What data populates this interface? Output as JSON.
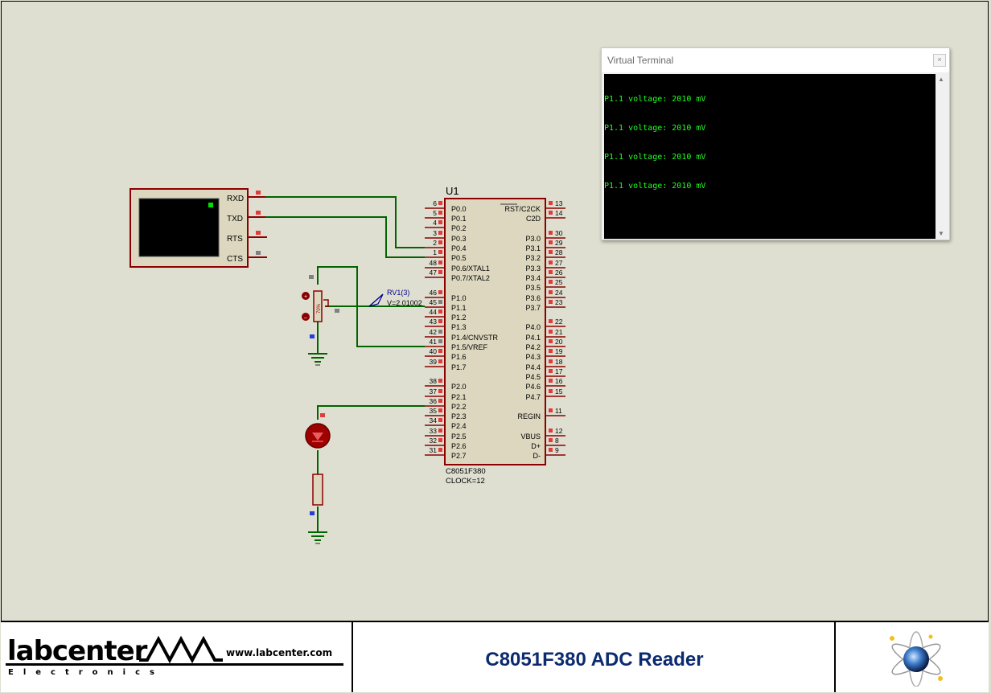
{
  "terminal": {
    "title": "Virtual Terminal",
    "close_glyph": "×",
    "lines": [
      "P1.1 voltage: 2010 mV",
      "P1.1 voltage: 2010 mV",
      "P1.1 voltage: 2010 mV",
      "P1.1 voltage: 2010 mV"
    ],
    "text_color": "#22ff22"
  },
  "schematic": {
    "chip_ref": "U1",
    "chip_part": "C8051F380",
    "chip_clock": "CLOCK=12",
    "pot_ref": "RV1(3)",
    "pot_value": "V=2.01002",
    "pot_percent": "70%",
    "terminal_pins": [
      "RXD",
      "TXD",
      "RTS",
      "CTS"
    ],
    "left_pins": [
      {
        "num": "6",
        "name": "P0.0"
      },
      {
        "num": "5",
        "name": "P0.1"
      },
      {
        "num": "4",
        "name": "P0.2"
      },
      {
        "num": "3",
        "name": "P0.3"
      },
      {
        "num": "2",
        "name": "P0.4"
      },
      {
        "num": "1",
        "name": "P0.5"
      },
      {
        "num": "48",
        "name": "P0.6/XTAL1"
      },
      {
        "num": "47",
        "name": "P0.7/XTAL2"
      },
      {
        "num": "46",
        "name": "P1.0"
      },
      {
        "num": "45",
        "name": "P1.1"
      },
      {
        "num": "44",
        "name": "P1.2"
      },
      {
        "num": "43",
        "name": "P1.3"
      },
      {
        "num": "42",
        "name": "P1.4/CNVSTR"
      },
      {
        "num": "41",
        "name": "P1.5/VREF"
      },
      {
        "num": "40",
        "name": "P1.6"
      },
      {
        "num": "39",
        "name": "P1.7"
      },
      {
        "num": "38",
        "name": "P2.0"
      },
      {
        "num": "37",
        "name": "P2.1"
      },
      {
        "num": "36",
        "name": "P2.2"
      },
      {
        "num": "35",
        "name": "P2.3"
      },
      {
        "num": "34",
        "name": "P2.4"
      },
      {
        "num": "33",
        "name": "P2.5"
      },
      {
        "num": "32",
        "name": "P2.6"
      },
      {
        "num": "31",
        "name": "P2.7"
      }
    ],
    "right_pins": [
      {
        "num": "13",
        "name": "RST/C2CK"
      },
      {
        "num": "14",
        "name": "C2D"
      },
      {
        "num": "30",
        "name": "P3.0"
      },
      {
        "num": "29",
        "name": "P3.1"
      },
      {
        "num": "28",
        "name": "P3.2"
      },
      {
        "num": "27",
        "name": "P3.3"
      },
      {
        "num": "26",
        "name": "P3.4"
      },
      {
        "num": "25",
        "name": "P3.5"
      },
      {
        "num": "24",
        "name": "P3.6"
      },
      {
        "num": "23",
        "name": "P3.7"
      },
      {
        "num": "22",
        "name": "P4.0"
      },
      {
        "num": "21",
        "name": "P4.1"
      },
      {
        "num": "20",
        "name": "P4.2"
      },
      {
        "num": "19",
        "name": "P4.3"
      },
      {
        "num": "18",
        "name": "P4.4"
      },
      {
        "num": "17",
        "name": "P4.5"
      },
      {
        "num": "16",
        "name": "P4.6"
      },
      {
        "num": "15",
        "name": "P4.7"
      },
      {
        "num": "11",
        "name": "REGIN"
      },
      {
        "num": "12",
        "name": "VBUS"
      },
      {
        "num": "8",
        "name": "D+"
      },
      {
        "num": "9",
        "name": "D-"
      }
    ]
  },
  "footer": {
    "title": "C8051F380 ADC Reader",
    "logo_word": "labcenter",
    "logo_url": "www.labcenter.com",
    "logo_sub": "Electronics"
  },
  "colors": {
    "background": "#dfdfd1",
    "wire": "#006400",
    "component": "#8b0000",
    "pin_red": "#e23b3b",
    "pin_blue": "#2a3bd6",
    "pin_grey": "#808080",
    "title_blue": "#0b2a6f"
  }
}
